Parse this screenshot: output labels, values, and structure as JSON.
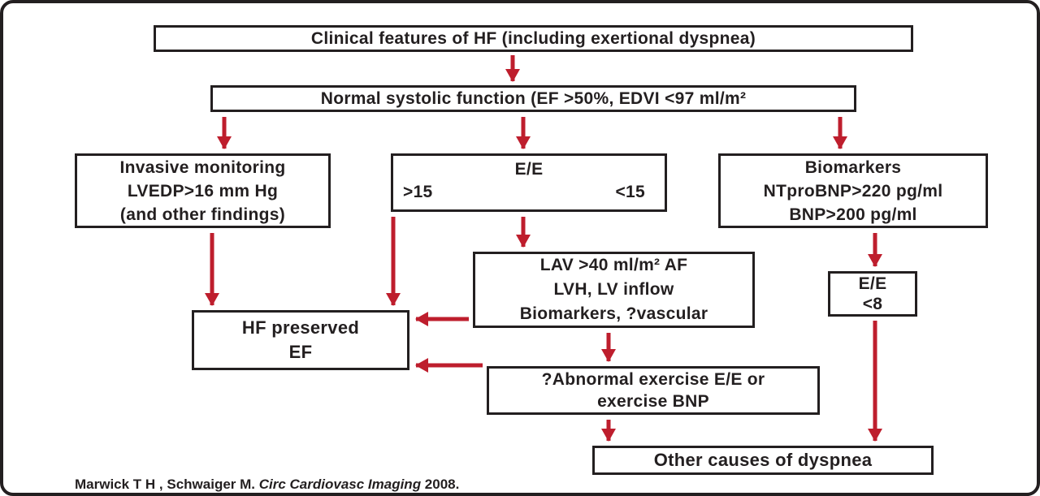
{
  "figure": {
    "arrow_color": "#be1e2d",
    "border_color": "#231f20"
  },
  "boxes": {
    "clinical": {
      "label": "Clinical features of HF (including exertional dyspnea)"
    },
    "systolic": {
      "label": "Normal systolic function (EF >50%, EDVI <97 ml/m²"
    },
    "invasive": {
      "lines": [
        "Invasive monitoring",
        "LVEDP>16 mm Hg",
        "(and other findings)"
      ]
    },
    "ee": {
      "title": "E/E",
      "left": ">15",
      "right": "<15"
    },
    "biomarkers": {
      "lines": [
        "Biomarkers",
        "NTproBNP>220 pg/ml",
        "BNP>200 pg/ml"
      ]
    },
    "lav": {
      "lines": [
        "LAV >40 ml/m² AF",
        "LVH, LV inflow",
        "Biomarkers, ?vascular"
      ]
    },
    "ee_lt8": {
      "lines": [
        "E/E",
        "<8"
      ]
    },
    "hf_preserved": {
      "lines": [
        "HF preserved",
        "EF"
      ]
    },
    "exercise": {
      "lines": [
        "?Abnormal exercise E/E or",
        "exercise BNP"
      ]
    },
    "other_causes": {
      "label": "Other causes of dyspnea"
    }
  },
  "citation": {
    "prefix": "Marwick T H , Schwaiger M. ",
    "italic": "Circ Cardiovasc Imaging",
    "suffix": " 2008."
  }
}
